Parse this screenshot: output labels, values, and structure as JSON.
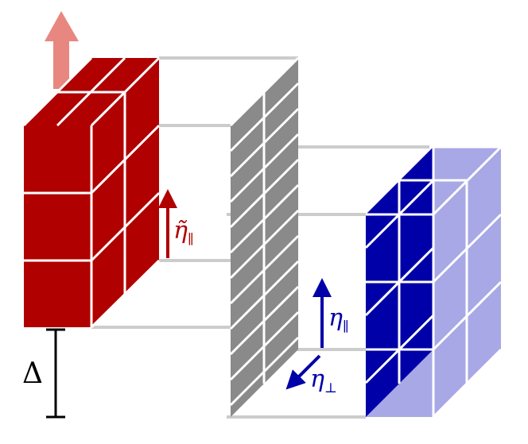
{
  "colors": {
    "red_block": "#b00000",
    "red_arrow_light": "#e8877f",
    "gray_slab": "#8a8a8a",
    "blue_front": "#0000a8",
    "blue_light": "#a8a8e6",
    "connector_lines": "#cccccc",
    "white_grid": "#ffffff",
    "delta_bar": "#000000"
  },
  "labels": {
    "eta_tilde_parallel": {
      "base": "η̃",
      "sub": "∥"
    },
    "eta_parallel": {
      "base": "η",
      "sub": "∥"
    },
    "eta_perp": {
      "base": "η",
      "sub": "⊥"
    },
    "delta": "Δ"
  }
}
